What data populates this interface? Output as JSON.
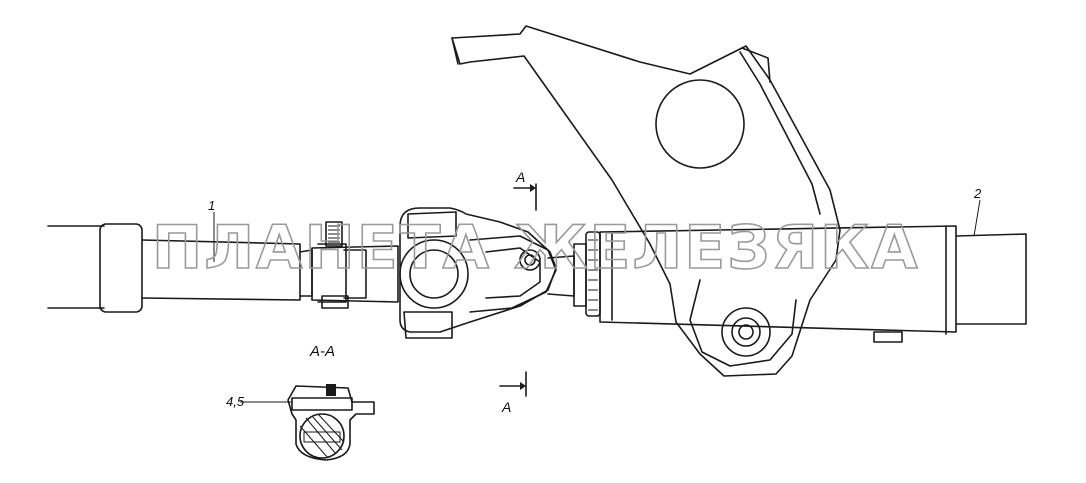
{
  "labels": {
    "part1": "1",
    "part2": "2",
    "section_top": "A",
    "section_bottom": "A",
    "section_view": "A-A",
    "part45": "4,5"
  },
  "watermark": "ПЛАНЕТА ЖЕЛЕЗЯКА",
  "colors": {
    "line": "#1a1a1a",
    "fill_dark": "#1a1a1a",
    "watermark": "#9a9a9a"
  }
}
